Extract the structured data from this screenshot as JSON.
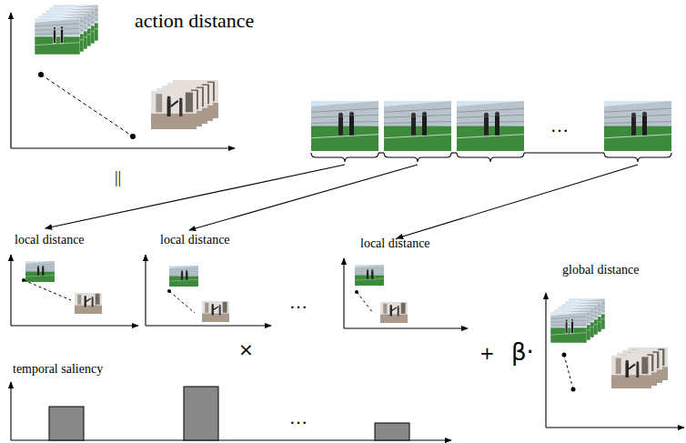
{
  "diagram": {
    "labels": [
      "action distance",
      "||",
      "…",
      "local distance",
      "local distance",
      "…",
      "local distance",
      "×",
      "temporal saliency",
      "…",
      "+",
      "β·",
      "global distance"
    ]
  }
}
